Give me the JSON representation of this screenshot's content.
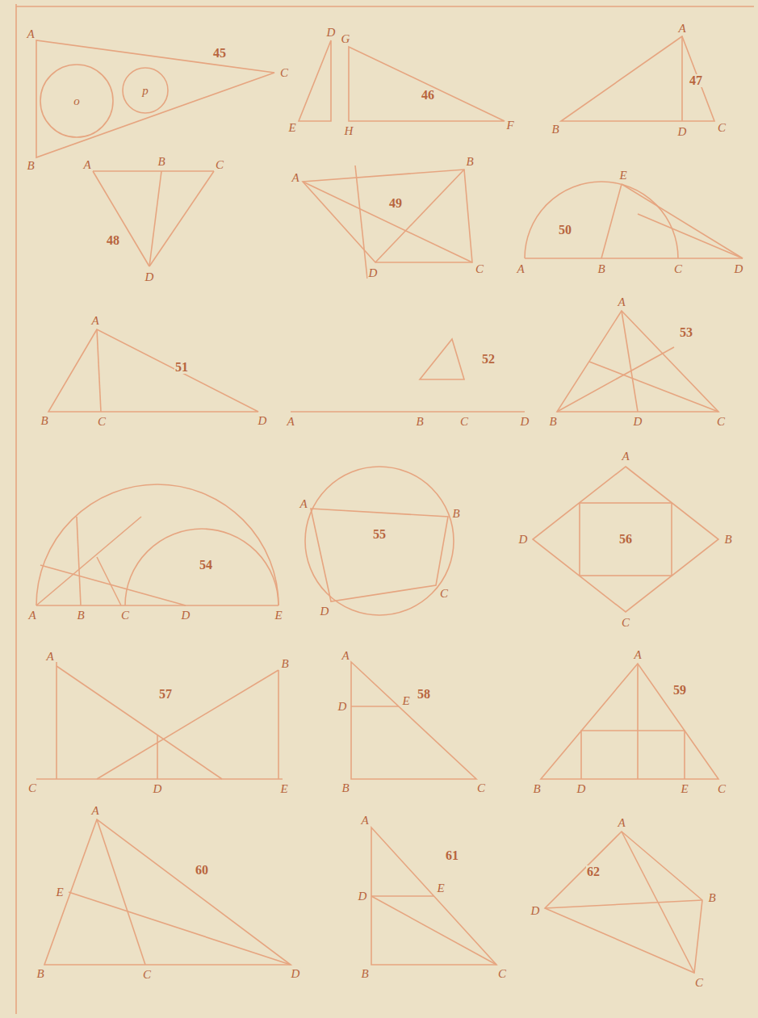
{
  "diagram": {
    "labels": [
      "45",
      "A",
      "B",
      "C",
      "o",
      "p",
      "46",
      "D",
      "E",
      "G",
      "F",
      "H",
      "47",
      "A",
      "B",
      "C",
      "D",
      "48",
      "A",
      "B",
      "C",
      "D",
      "49",
      "A",
      "B",
      "C",
      "D",
      "50",
      "A",
      "B",
      "C",
      "D",
      "E",
      "51",
      "A",
      "B",
      "C",
      "D",
      "52",
      "A",
      "B",
      "C",
      "D",
      "53",
      "A",
      "B",
      "C",
      "D",
      "54",
      "A",
      "B",
      "C",
      "D",
      "E",
      "55",
      "A",
      "B",
      "C",
      "D",
      "56",
      "A",
      "B",
      "C",
      "D",
      "57",
      "A",
      "B",
      "C",
      "D",
      "E",
      "58",
      "A",
      "B",
      "C",
      "D",
      "E",
      "59",
      "A",
      "B",
      "C",
      "D",
      "E",
      "60",
      "A",
      "B",
      "C",
      "D",
      "E",
      "61",
      "A",
      "B",
      "C",
      "D",
      "E",
      "62",
      "A",
      "B",
      "C",
      "D"
    ]
  }
}
